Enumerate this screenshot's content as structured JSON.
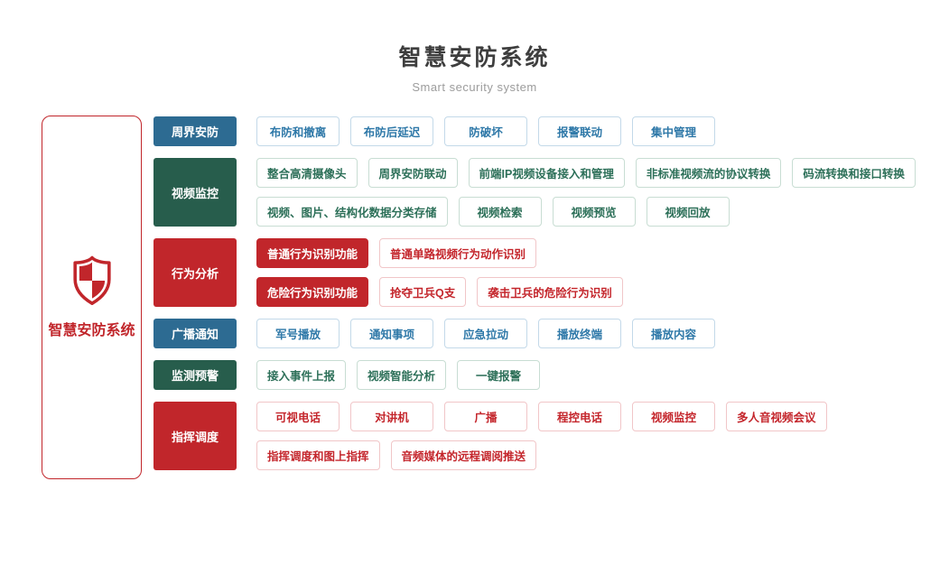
{
  "header": {
    "title": "智慧安防系统",
    "subtitle": "Smart security system"
  },
  "left_panel": {
    "label": "智慧安防系统",
    "icon": "shield-checkered-icon",
    "accent_color": "#c1262b"
  },
  "themes": {
    "blue": {
      "bg": "#2d6b92",
      "text": "#2e78a8",
      "border": "#c3d9e9"
    },
    "green": {
      "bg": "#275d4c",
      "text": "#2d7059",
      "border": "#c8ddd3"
    },
    "red": {
      "bg": "#c1262b",
      "text": "#c4262c",
      "border": "#f1c6c8"
    }
  },
  "rows": [
    {
      "category": "周界安防",
      "theme": "blue",
      "lines": [
        [
          {
            "label": "布防和撤离"
          },
          {
            "label": "布防后延迟"
          },
          {
            "label": "防破坏"
          },
          {
            "label": "报警联动"
          },
          {
            "label": "集中管理"
          }
        ]
      ]
    },
    {
      "category": "视频监控",
      "theme": "green",
      "lines": [
        [
          {
            "label": "整合高清摄像头"
          },
          {
            "label": "周界安防联动"
          },
          {
            "label": "前端IP视频设备接入和管理"
          },
          {
            "label": "非标准视频流的协议转换"
          },
          {
            "label": "码流转换和接口转换"
          }
        ],
        [
          {
            "label": "视频、图片、结构化数据分类存储"
          },
          {
            "label": "视频检索"
          },
          {
            "label": "视频预览"
          },
          {
            "label": "视频回放"
          }
        ]
      ]
    },
    {
      "category": "行为分析",
      "theme": "red",
      "lines": [
        [
          {
            "label": "普通行为识别功能",
            "solid": true
          },
          {
            "label": "普通单路视频行为动作识别"
          }
        ],
        [
          {
            "label": "危险行为识别功能",
            "solid": true
          },
          {
            "label": "抢夺卫兵Q支"
          },
          {
            "label": "袭击卫兵的危险行为识别"
          }
        ]
      ]
    },
    {
      "category": "广播通知",
      "theme": "blue",
      "lines": [
        [
          {
            "label": "军号播放"
          },
          {
            "label": "通知事项"
          },
          {
            "label": "应急拉动"
          },
          {
            "label": "播放终端"
          },
          {
            "label": "播放内容"
          }
        ]
      ]
    },
    {
      "category": "监测预警",
      "theme": "green",
      "lines": [
        [
          {
            "label": "接入事件上报"
          },
          {
            "label": "视频智能分析"
          },
          {
            "label": "一键报警"
          }
        ]
      ]
    },
    {
      "category": "指挥调度",
      "theme": "red",
      "lines": [
        [
          {
            "label": "可视电话"
          },
          {
            "label": "对讲机"
          },
          {
            "label": "广播"
          },
          {
            "label": "程控电话"
          },
          {
            "label": "视频监控"
          },
          {
            "label": "多人音视频会议"
          }
        ],
        [
          {
            "label": "指挥调度和图上指挥"
          },
          {
            "label": "音频媒体的远程调阅推送"
          }
        ]
      ]
    }
  ]
}
